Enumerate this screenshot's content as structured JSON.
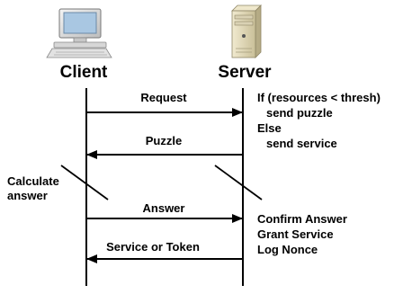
{
  "actors": {
    "client": {
      "label": "Client",
      "icon": "desktop-computer-icon"
    },
    "server": {
      "label": "Server",
      "icon": "server-tower-icon"
    }
  },
  "messages": [
    {
      "label": "Request",
      "direction": "client-to-server"
    },
    {
      "label": "Puzzle",
      "direction": "server-to-client"
    },
    {
      "label": "Answer",
      "direction": "client-to-server"
    },
    {
      "label": "Service or Token",
      "direction": "server-to-client"
    }
  ],
  "server_notes": {
    "decision": [
      "If (resources < thresh)",
      "send puzzle",
      "Else",
      "send service"
    ],
    "after_answer": [
      "Confirm Answer",
      "Grant Service",
      "Log Nonce"
    ]
  },
  "client_notes": {
    "calculate": [
      "Calculate",
      "answer"
    ]
  },
  "colors": {
    "line": "#000000",
    "text": "#000000"
  }
}
